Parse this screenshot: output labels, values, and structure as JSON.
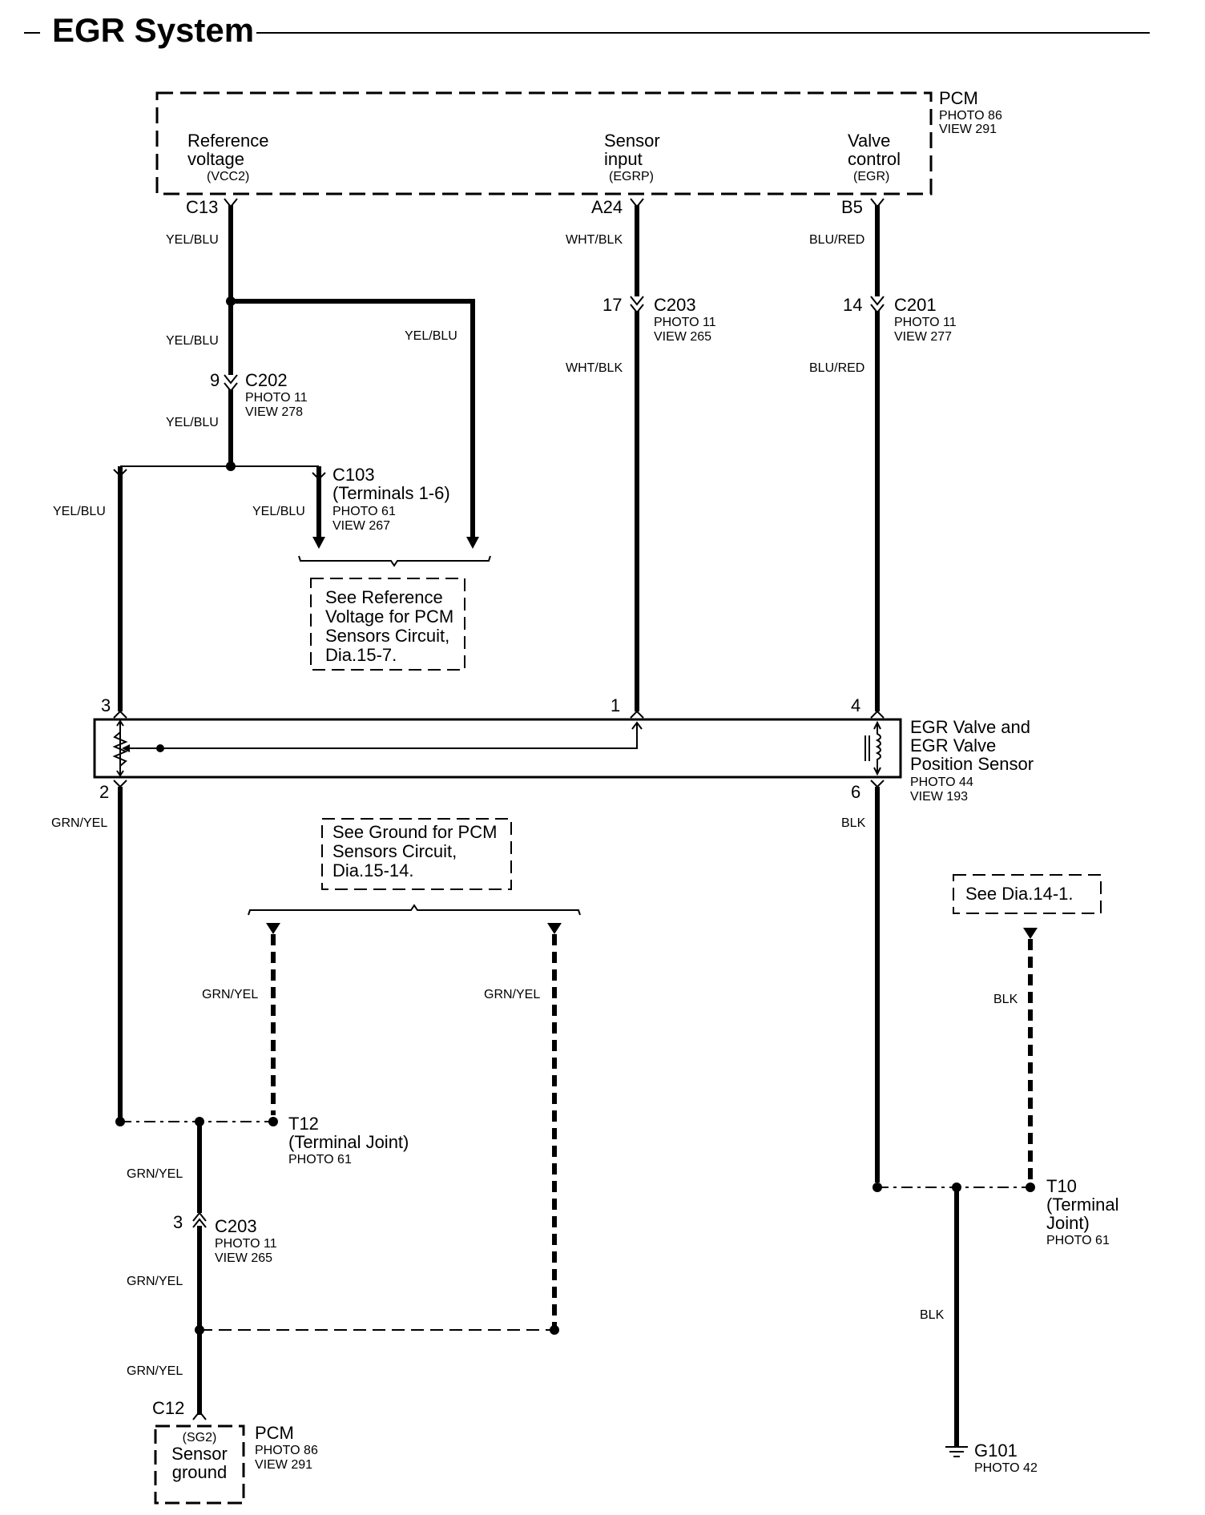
{
  "title": "EGR System",
  "pcm_top": {
    "name": "PCM",
    "photo": "PHOTO 86",
    "view": "VIEW 291",
    "terminals": [
      {
        "line1": "Reference",
        "line2": "voltage",
        "code": "(VCC2)",
        "pin": "C13",
        "wire": "YEL/BLU"
      },
      {
        "line1": "Sensor",
        "line2": "input",
        "code": "(EGRP)",
        "pin": "A24",
        "wire": "WHT/BLK"
      },
      {
        "line1": "Valve",
        "line2": "control",
        "code": "(EGR)",
        "pin": "B5",
        "wire": "BLU/RED"
      }
    ]
  },
  "c203_top": {
    "pin": "17",
    "name": "C203",
    "photo": "PHOTO 11",
    "view": "VIEW 265",
    "wire_below": "WHT/BLK"
  },
  "c201": {
    "pin": "14",
    "name": "C201",
    "photo": "PHOTO 11",
    "view": "VIEW 277",
    "wire_below": "BLU/RED"
  },
  "c202": {
    "pin": "9",
    "name": "C202",
    "photo": "PHOTO 11",
    "view": "VIEW 278",
    "wire_above": "YEL/BLU",
    "wire_below": "YEL/BLU"
  },
  "branch_wire": "YEL/BLU",
  "c103": {
    "name": "C103",
    "terminals": "(Terminals 1-6)",
    "photo": "PHOTO 61",
    "view": "VIEW 267",
    "wire": "YEL/BLU"
  },
  "left_wire_top": "YEL/BLU",
  "ref_note": {
    "line1": "See  Reference",
    "line2": "Voltage for PCM",
    "line3": "Sensors Circuit,",
    "line4": "Dia.15-7."
  },
  "egr_valve": {
    "line1": "EGR Valve and",
    "line2": "EGR Valve",
    "line3": "Position Sensor",
    "photo": "PHOTO 44",
    "view": "VIEW 193",
    "pins": {
      "p3": "3",
      "p1": "1",
      "p4": "4",
      "p2": "2",
      "p6": "6"
    }
  },
  "left_wire_bottom": "GRN/YEL",
  "right_wire_bottom": "BLK",
  "gnd_note": {
    "line1": "See Ground for PCM",
    "line2": "Sensors Circuit,",
    "line3": "Dia.15-14."
  },
  "grn_wire_a": "GRN/YEL",
  "grn_wire_b": "GRN/YEL",
  "t12": {
    "name": "T12",
    "desc": "(Terminal Joint)",
    "photo": "PHOTO 61"
  },
  "c203_bottom": {
    "pin": "3",
    "name": "C203",
    "photo": "PHOTO 11",
    "view": "VIEW 265",
    "wire_above": "GRN/YEL",
    "wire_below": "GRN/YEL"
  },
  "c12_wire": "GRN/YEL",
  "pcm_bottom": {
    "pin": "C12",
    "code": "(SG2)",
    "line1": "Sensor",
    "line2": "ground",
    "name": "PCM",
    "photo": "PHOTO 86",
    "view": "VIEW 291"
  },
  "dia14_note": "See Dia.14-1.",
  "blk_wire_right": "BLK",
  "t10": {
    "name": "T10",
    "line1": "(Terminal",
    "line2": "Joint)",
    "photo": "PHOTO 61"
  },
  "blk_wire_gnd": "BLK",
  "g101": {
    "name": "G101",
    "photo": "PHOTO 42"
  }
}
